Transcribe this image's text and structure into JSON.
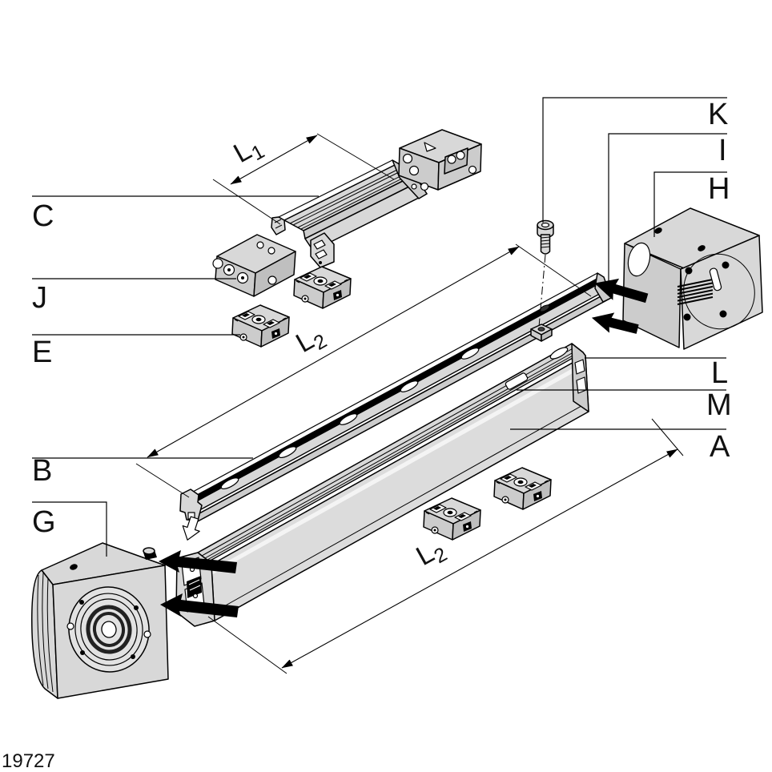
{
  "diagram": {
    "type": "exploded-assembly-technical-drawing",
    "figure_number": "19727",
    "part_labels": {
      "C": "C",
      "J": "J",
      "E": "E",
      "B": "B",
      "G": "G",
      "K": "K",
      "I": "I",
      "H": "H",
      "L": "L",
      "M": "M",
      "A": "A"
    },
    "dimension_labels": {
      "L1": {
        "base": "L",
        "sub": "1"
      },
      "L2_mid": {
        "base": "L",
        "sub": "2"
      },
      "L2_bottom": {
        "base": "L",
        "sub": "2"
      }
    },
    "colors": {
      "background": "#ffffff",
      "outline": "#000000",
      "fill_light": "#d8d8d8",
      "fill_mid": "#cccccc",
      "fill_dark": "#bfbfbf",
      "highlight": "#ffffff",
      "solid_black": "#000000",
      "text": "#1a1a1a"
    }
  }
}
